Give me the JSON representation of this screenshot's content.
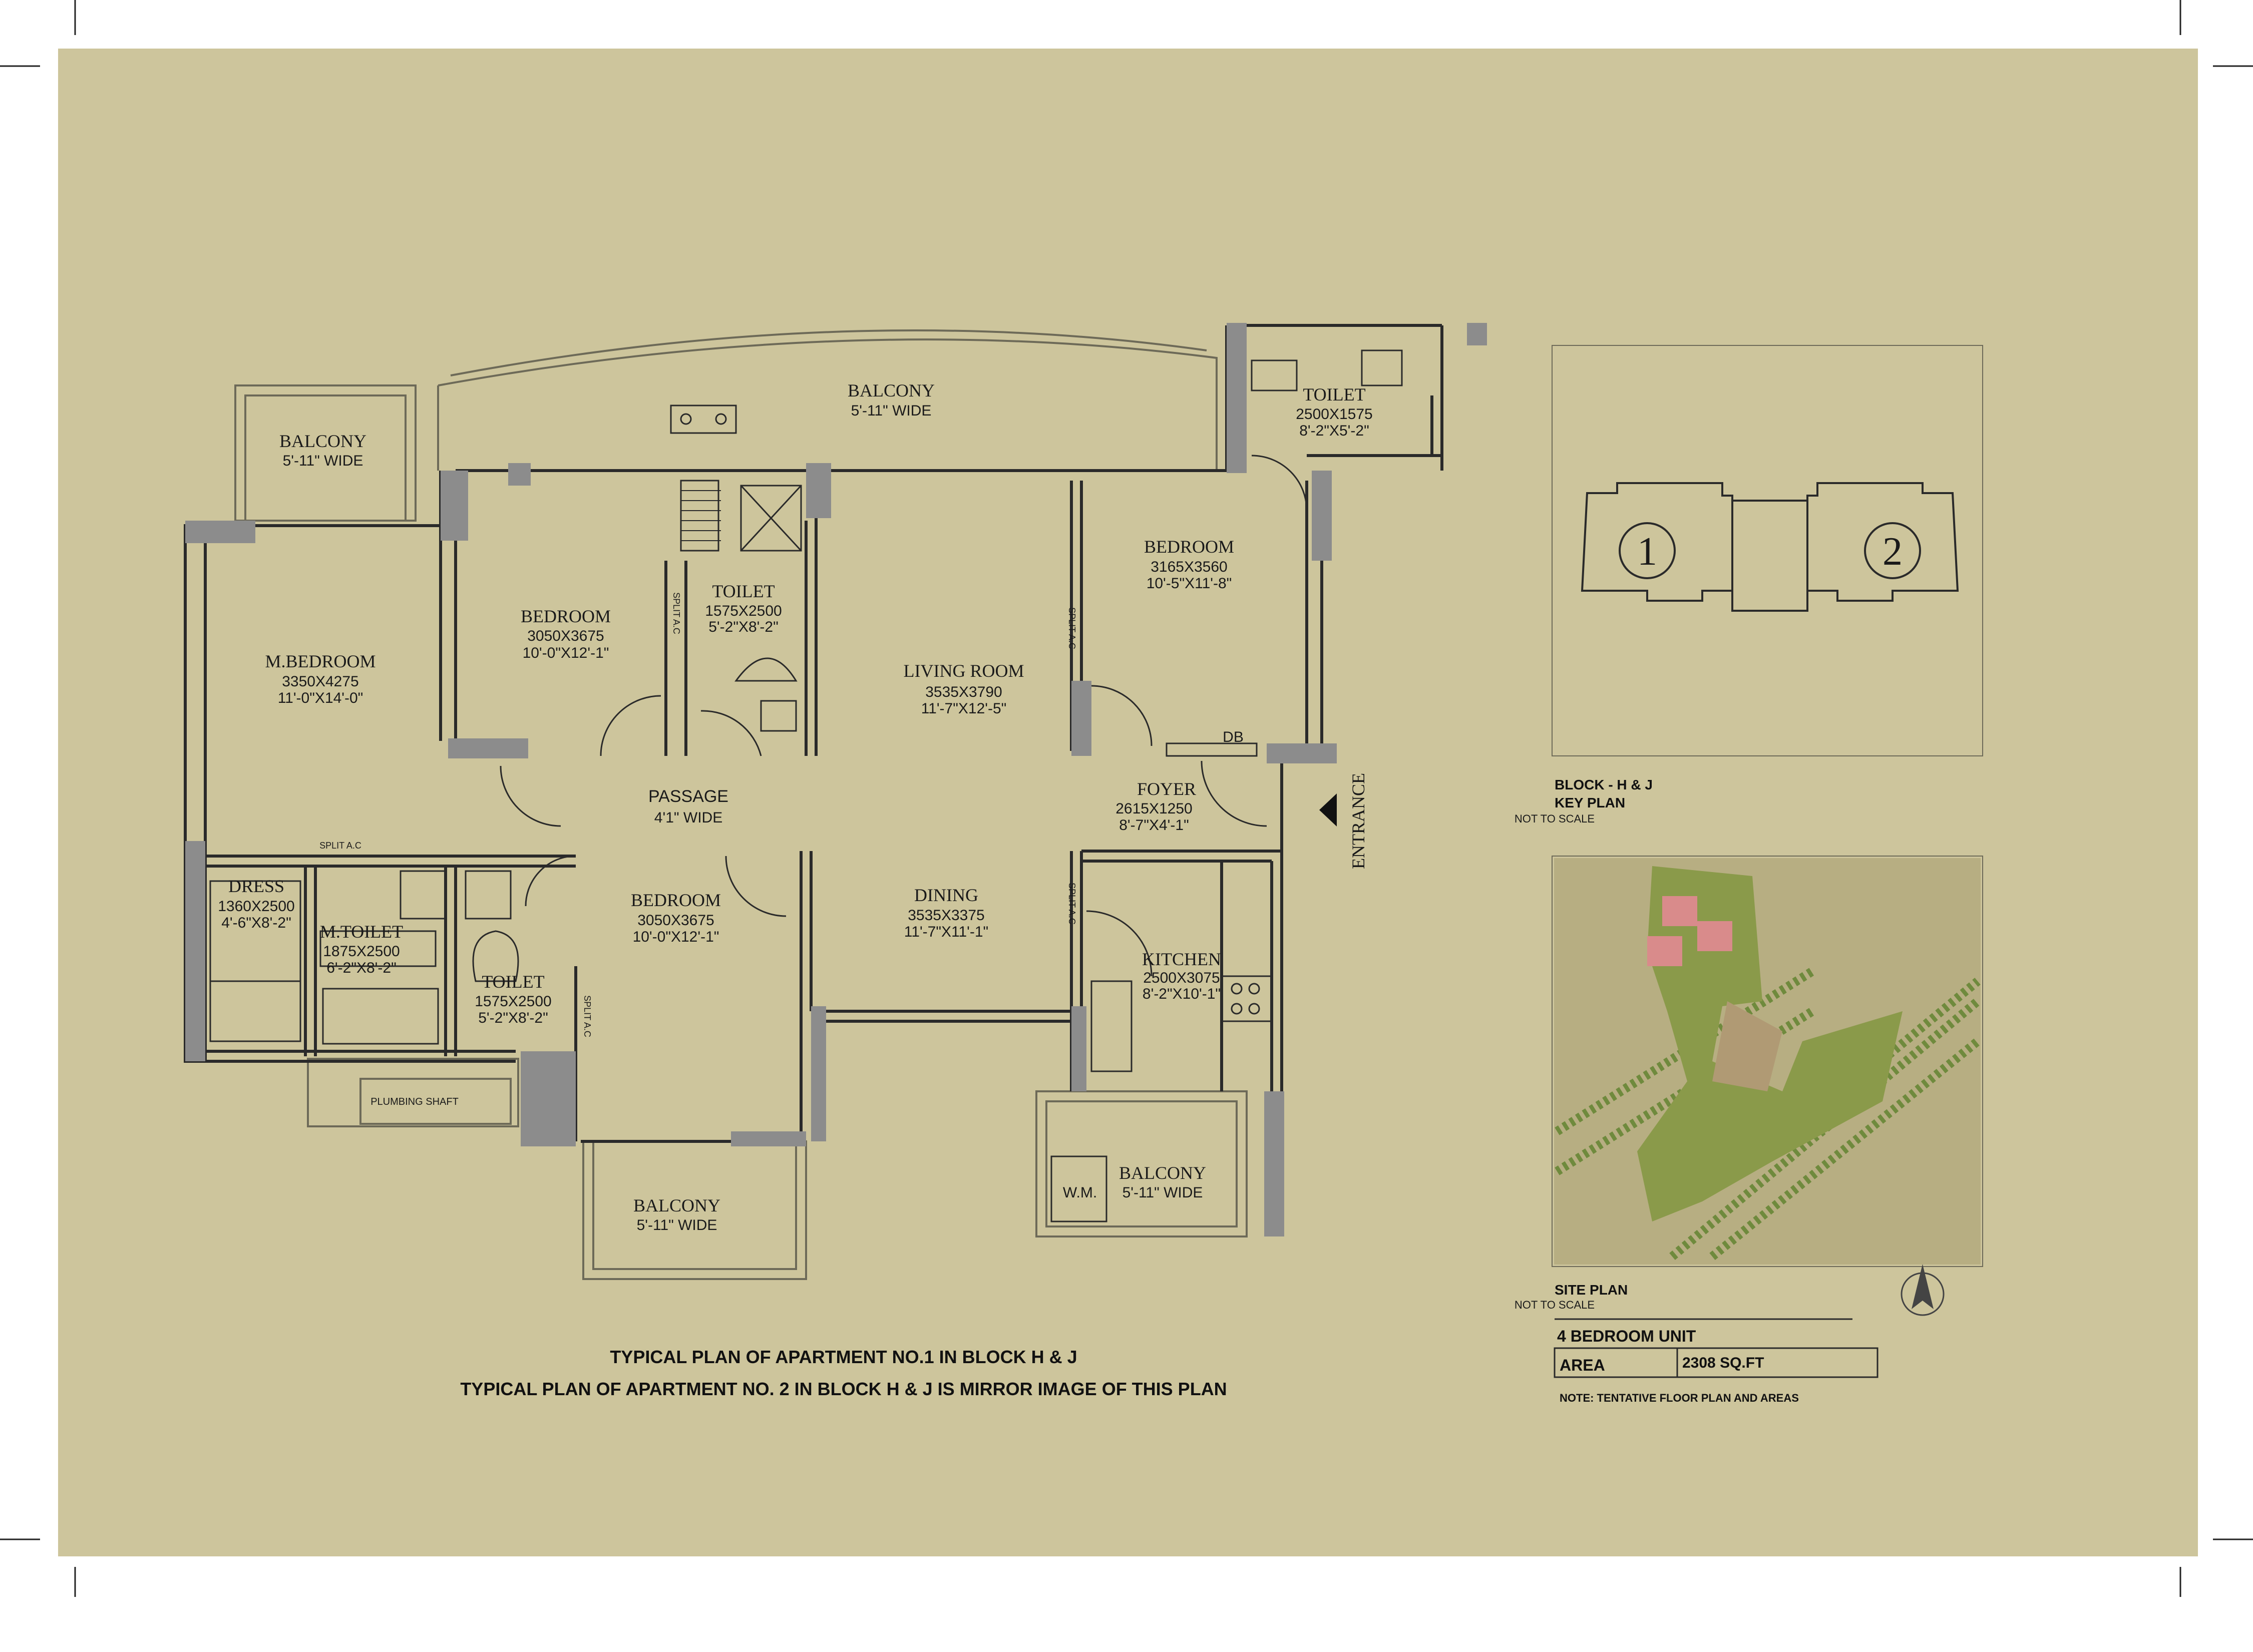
{
  "rooms": {
    "balcony_top": {
      "name": "BALCONY",
      "size": "5'-11\" WIDE"
    },
    "balcony_left": {
      "name": "BALCONY",
      "size": "5'-11\" WIDE"
    },
    "toilet_top_right": {
      "name": "TOILET",
      "mm": "2500X1575",
      "ft": "8'-2\"X5'-2\""
    },
    "bedroom_top_right": {
      "name": "BEDROOM",
      "mm": "3165X3560",
      "ft": "10'-5\"X11'-8\""
    },
    "bedroom_top_mid": {
      "name": "BEDROOM",
      "mm": "3050X3675",
      "ft": "10'-0\"X12'-1\""
    },
    "toilet_mid": {
      "name": "TOILET",
      "mm": "1575X2500",
      "ft": "5'-2\"X8'-2\""
    },
    "living_room": {
      "name": "LIVING ROOM",
      "mm": "3535X3790",
      "ft": "11'-7\"X12'-5\""
    },
    "m_bedroom": {
      "name": "M.BEDROOM",
      "mm": "3350X4275",
      "ft": "11'-0\"X14'-0\""
    },
    "passage": {
      "name": "PASSAGE",
      "size": "4'1\" WIDE"
    },
    "foyer": {
      "name": "FOYER",
      "mm": "2615X1250",
      "ft": "8'-7\"X4'-1\""
    },
    "dress": {
      "name": "DRESS",
      "mm": "1360X2500",
      "ft": "4'-6\"X8'-2\""
    },
    "m_toilet": {
      "name": "M.TOILET",
      "mm": "1875X2500",
      "ft": "6'-2\"X8'-2\""
    },
    "toilet_bottom": {
      "name": "TOILET",
      "mm": "1575X2500",
      "ft": "5'-2\"X8'-2\""
    },
    "bedroom_bottom": {
      "name": "BEDROOM",
      "mm": "3050X3675",
      "ft": "10'-0\"X12'-1\""
    },
    "dining": {
      "name": "DINING",
      "mm": "3535X3375",
      "ft": "11'-7\"X11'-1\""
    },
    "kitchen": {
      "name": "KITCHEN",
      "mm": "2500X3075",
      "ft": "8'-2\"X10'-1\""
    },
    "balcony_bottom": {
      "name": "BALCONY",
      "size": "5'-11\" WIDE"
    },
    "balcony_kitchen": {
      "name": "BALCONY",
      "size": "5'-11\" WIDE"
    }
  },
  "labels": {
    "db": "DB",
    "entrance": "ENTRANCE",
    "split_ac": "SPLIT A.C",
    "wm": "W.M.",
    "plumbing_shaft": "PLUMBING SHAFT"
  },
  "captions": {
    "line1": "TYPICAL PLAN OF APARTMENT NO.1 IN BLOCK H & J",
    "line2": "TYPICAL PLAN OF APARTMENT NO. 2 IN BLOCK H & J IS MIRROR IMAGE OF THIS PLAN"
  },
  "key_plan": {
    "title": "BLOCK - H & J",
    "subtitle": "KEY PLAN",
    "note": "NOT TO SCALE",
    "unit_1": "1",
    "unit_2": "2"
  },
  "site_plan": {
    "title": "SITE PLAN",
    "note": "NOT TO SCALE"
  },
  "unit_info": {
    "unit_type": "4 BEDROOM UNIT",
    "area_label": "AREA",
    "area_value": "2308 SQ.FT",
    "note": "NOTE: TENTATIVE FLOOR PLAN AND AREAS"
  },
  "colors": {
    "background": "#cdc59c",
    "wall": "#8c8c8c",
    "line": "#2a2a2a"
  },
  "icons": [
    "entrance-arrow-icon",
    "north-arrow-icon",
    "split-ac-arrow-icon"
  ]
}
